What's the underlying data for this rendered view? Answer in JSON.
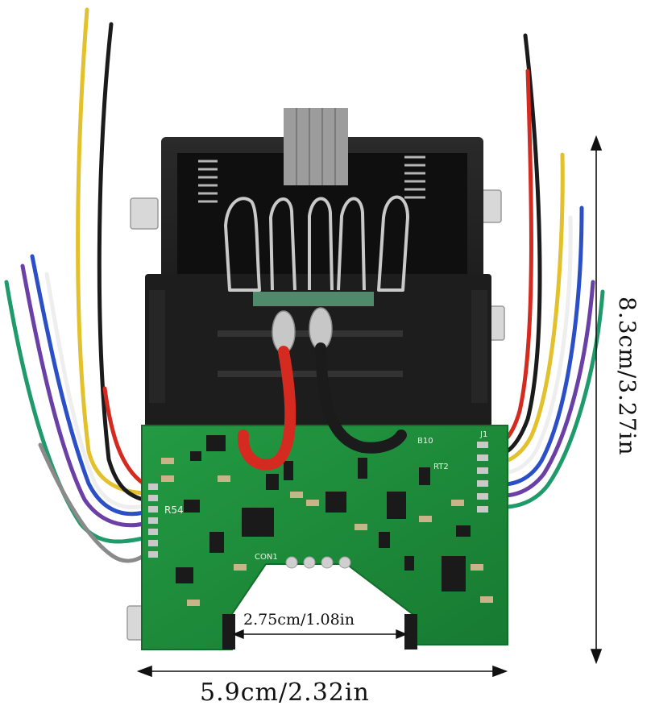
{
  "dimensions": {
    "width": "5.9cm/2.32in",
    "height": "8.3cm/3.27in",
    "connector_gap": "2.75cm/1.08in"
  },
  "board_labels": {
    "connector": "CON1",
    "label_r54": "R54",
    "label_b10": "B10",
    "label_rt2": "RT2",
    "label_j1": "J1"
  },
  "colors": {
    "pcb": "#1f8a3a",
    "housing": "#1a1a1a",
    "red_wire": "#d42a1f",
    "black_wire": "#1b1b1b",
    "yellow_wire": "#e2c12c",
    "white_wire": "#eeeeee",
    "blue_wire": "#2a4fc7",
    "purple_wire": "#6a3fa6",
    "green_wire": "#1f9a6a",
    "gray_wire": "#8a8a8a",
    "ribbon": "#9c9c9c"
  }
}
